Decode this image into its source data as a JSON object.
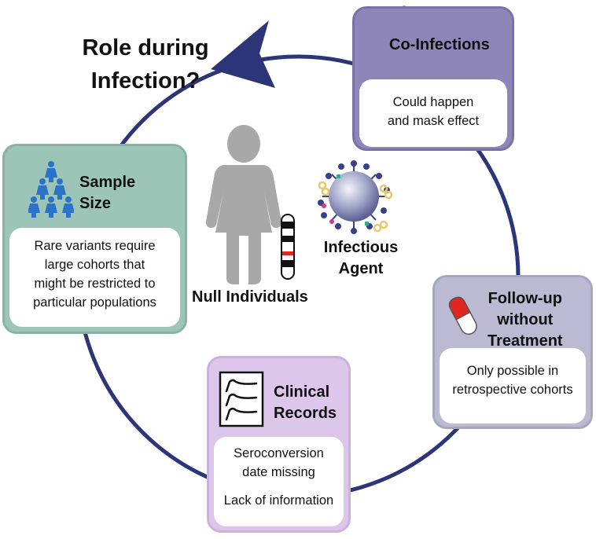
{
  "title": {
    "line1": "Role during",
    "line2": "Infection?"
  },
  "center": {
    "person_label": "Null Individuals",
    "agent_label_line1": "Infectious",
    "agent_label_line2": "Agent"
  },
  "cards": {
    "co_infections": {
      "heading": "Co-Infections",
      "body_line1": "Could happen",
      "body_line2": "and mask effect",
      "color": "#8e86b8"
    },
    "sample_size": {
      "heading_line1": "Sample",
      "heading_line2": "Size",
      "body_lines": [
        "Rare variants require",
        "large cohorts that",
        "might be restricted to",
        "particular populations"
      ],
      "color": "#9cc5b8"
    },
    "follow_up": {
      "heading_line1": "Follow-up",
      "heading_line2": "without",
      "heading_line3": "Treatment",
      "body_line1": "Only possible in",
      "body_line2": "retrospective cohorts",
      "color": "#bcbad3"
    },
    "clinical_records": {
      "heading_line1": "Clinical",
      "heading_line2": "Records",
      "body_line1": "Seroconversion",
      "body_line2": "date missing",
      "body_line3": "Lack of information",
      "color": "#dcc7ea"
    }
  },
  "colors": {
    "cycle_arrow": "#2b3578",
    "figure_gray": "#a8a8a8",
    "capsule_red": "#e0261f"
  },
  "icons": [
    "cycle-arrow",
    "bacteria-icon",
    "people-pyramid-icon",
    "capsule-icon",
    "clipboard-chart-icon",
    "person-silhouette-icon",
    "chromosome-icon",
    "virus-icon"
  ]
}
